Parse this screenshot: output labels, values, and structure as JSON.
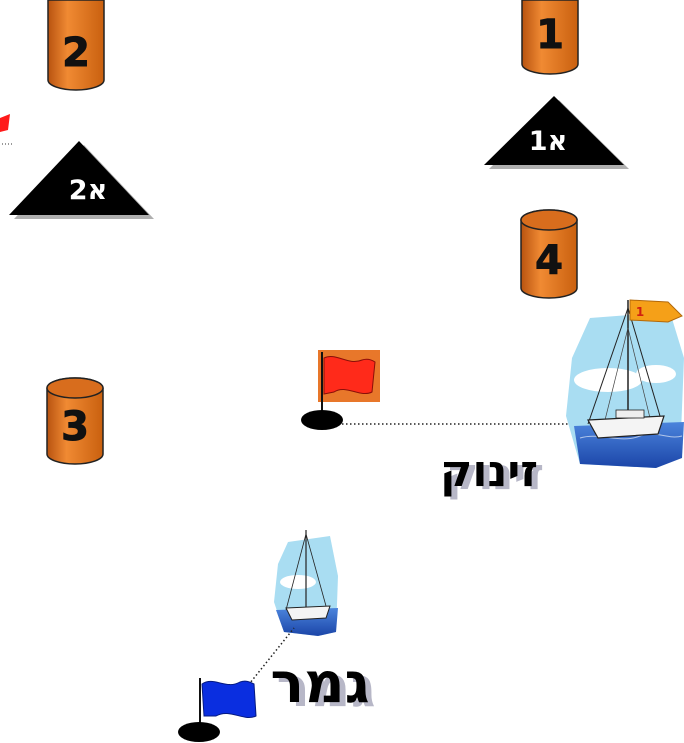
{
  "buoys": {
    "b1": {
      "label": "1"
    },
    "b2": {
      "label": "2"
    },
    "b3": {
      "label": "3"
    },
    "b4": {
      "label": "4"
    }
  },
  "marks": {
    "m1a": {
      "label": "1א"
    },
    "m2a": {
      "label": "2א"
    }
  },
  "start": {
    "label": "זינוק",
    "boat_flag_number": "1"
  },
  "finish": {
    "label": "גמר"
  },
  "colors": {
    "buoy_fill": "#e0761e",
    "triangle_fill": "#000000",
    "start_flag": "#ff2a1a",
    "start_flag_bg": "#e8772a",
    "finish_flag": "#0a2ee0",
    "boat_flag": "#f5a018",
    "sky": "#a9ddf2",
    "sea": "#2d63c8",
    "label_shadow": "#b7b7c7"
  }
}
